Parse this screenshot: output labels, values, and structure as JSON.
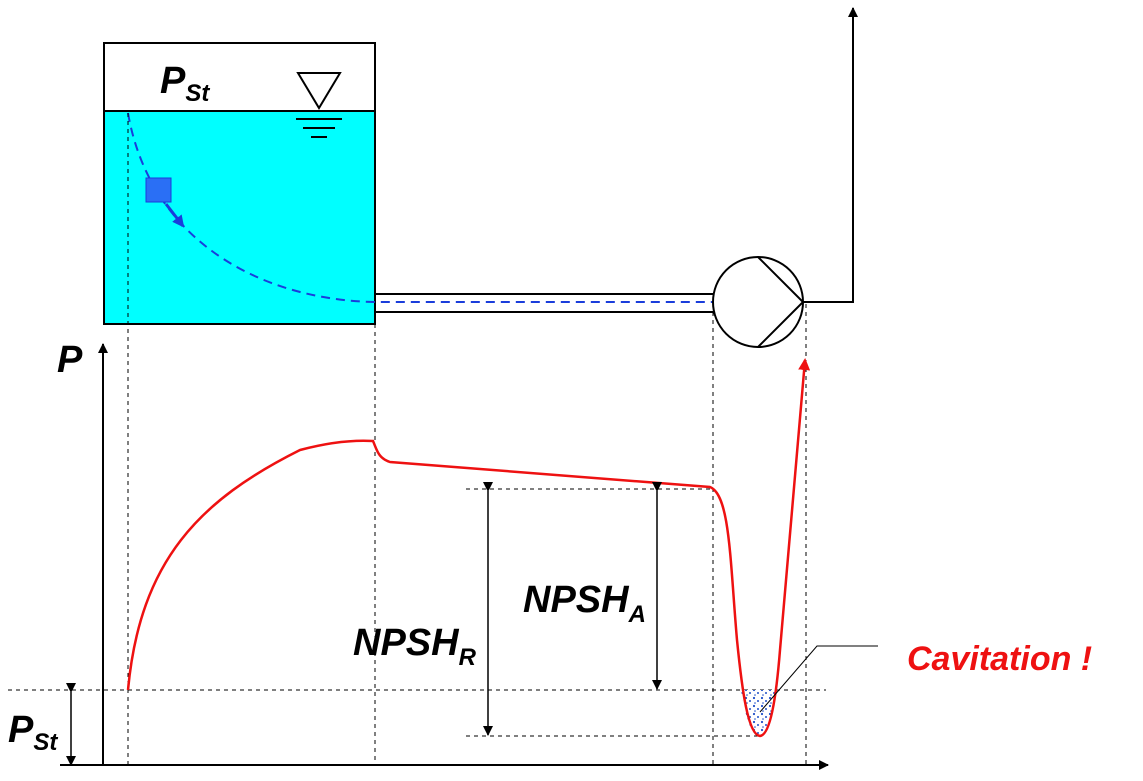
{
  "labels": {
    "tank_pressure": {
      "main": "P",
      "sub": "St"
    },
    "axis_pressure": "P",
    "baseline_pressure": {
      "main": "P",
      "sub": "St"
    },
    "npsh_required": {
      "main": "NPSH",
      "sub": "R"
    },
    "npsh_available": {
      "main": "NPSH",
      "sub": "A"
    },
    "cavitation": "Cavitation !"
  },
  "colors": {
    "water": "#00ffff",
    "flow_path": "#1a3ddb",
    "pressure_curve": "#ee1111",
    "cavitation_text": "#ee1111",
    "lines": "#000000"
  },
  "icons": [
    "water-level-symbol",
    "fluid-particle-icon",
    "pump-symbol",
    "bubble-region"
  ]
}
